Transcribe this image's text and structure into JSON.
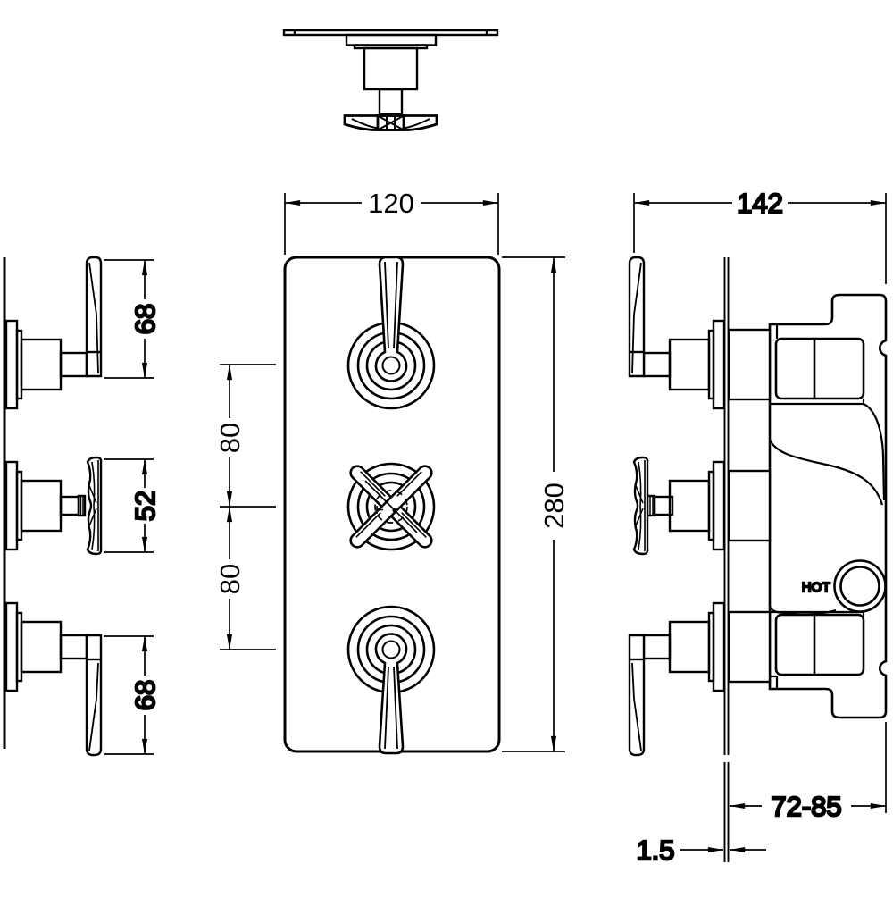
{
  "drawing": {
    "background": "#ffffff",
    "line_color": "#000000"
  },
  "front_view": {
    "width": "120",
    "height": "280",
    "upper_spacing": "80",
    "lower_spacing": "80"
  },
  "left_side_view": {
    "top_lever_projection": "68",
    "middle_handle_projection": "52",
    "bottom_lever_projection": "68"
  },
  "right_side_view": {
    "overall_depth": "142",
    "recess_depth_range": "72-85",
    "plate_thickness": "1.5",
    "hot_label": "HOT"
  }
}
